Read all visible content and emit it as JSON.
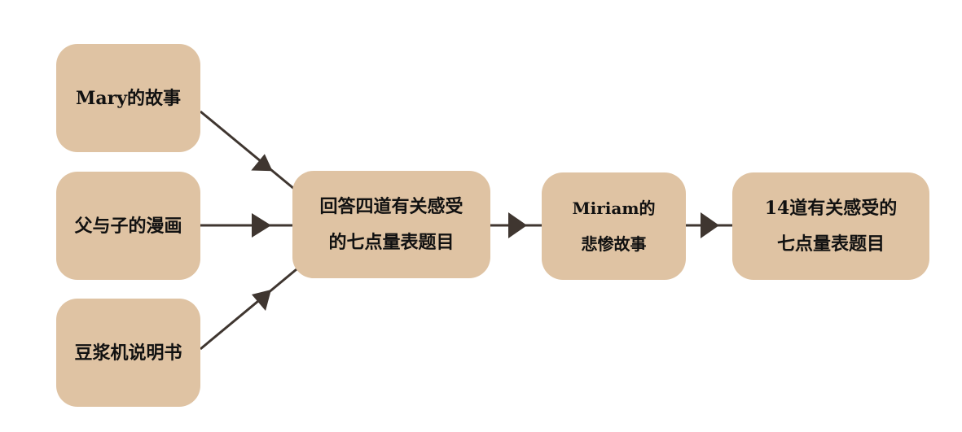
{
  "diagram": {
    "nodes": {
      "mary": {
        "lines": [
          "Mary的故事"
        ]
      },
      "father": {
        "lines": [
          "父与子的漫画"
        ]
      },
      "soy": {
        "lines": [
          "豆浆机说明书"
        ]
      },
      "q1": {
        "lines": [
          "回答四道有关感受",
          "的七点量表题目"
        ]
      },
      "miriam": {
        "lines": [
          "Miriam的",
          "悲惨故事"
        ]
      },
      "q2": {
        "lines": [
          "14道有关感受的",
          "七点量表题目"
        ]
      }
    },
    "edges": [
      {
        "from": "mary",
        "to": "q1"
      },
      {
        "from": "father",
        "to": "q1"
      },
      {
        "from": "soy",
        "to": "q1"
      },
      {
        "from": "q1",
        "to": "miriam"
      },
      {
        "from": "miriam",
        "to": "q2"
      }
    ],
    "colors": {
      "node_fill": "#dfc3a3",
      "edge": "#3f3630",
      "text": "#111111"
    }
  }
}
